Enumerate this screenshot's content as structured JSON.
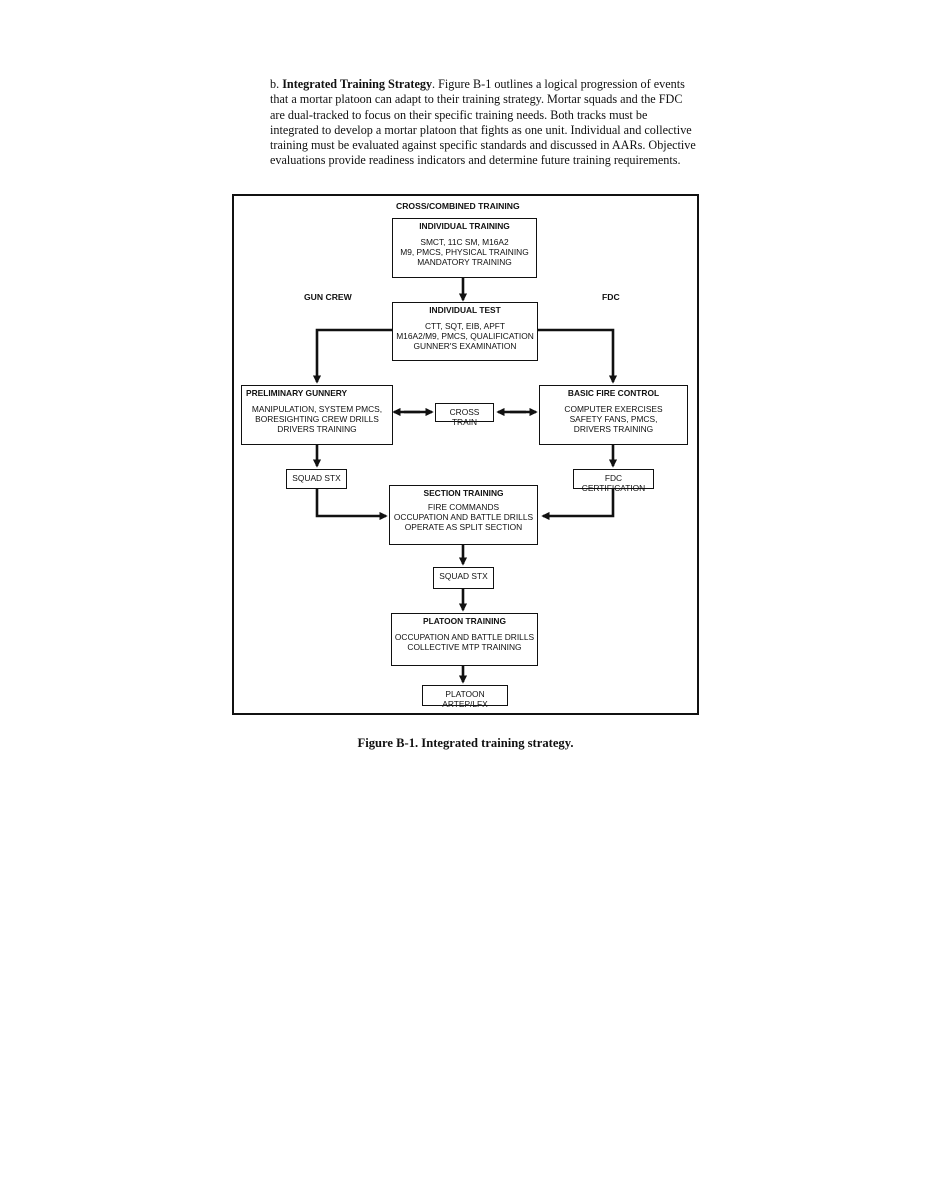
{
  "paragraph": {
    "lead": "b. ",
    "title": "Integrated Training Strategy",
    "body": ". Figure B-1 outlines a logical progression of events that a mortar platoon can adapt to their training strategy. Mortar squads and the FDC are dual-tracked to focus on their specific training needs. Both tracks must be integrated to develop a mortar platoon that fights as one unit. Individual and collective training must be evaluated against specific standards and discussed in AARs. Objective evaluations provide readiness indicators and determine future training requirements."
  },
  "figure": {
    "heading": "CROSS/COMBINED TRAINING",
    "gun_crew_label": "GUN CREW",
    "fdc_label": "FDC",
    "individual_training": {
      "title": "INDIVIDUAL TRAINING",
      "body": "SMCT, 11C SM, M16A2\nM9, PMCS, PHYSICAL TRAINING\nMANDATORY TRAINING"
    },
    "individual_test": {
      "title": "INDIVIDUAL TEST",
      "body": "CTT, SQT, EIB, APFT\nM16A2/M9, PMCS, QUALIFICATION\nGUNNER'S EXAMINATION"
    },
    "preliminary_gunnery": {
      "title": "PRELIMINARY GUNNERY",
      "body": "MANIPULATION, SYSTEM PMCS,\nBORESIGHTING CREW DRILLS\nDRIVERS TRAINING"
    },
    "cross_train": "CROSS TRAIN",
    "basic_fire_control": {
      "title": "BASIC FIRE CONTROL",
      "body": "COMPUTER EXERCISES\nSAFETY FANS, PMCS,\nDRIVERS TRAINING"
    },
    "squad_stx_left": "SQUAD STX",
    "fdc_certification": "FDC CERTIFICATION",
    "section_training": {
      "title": "SECTION TRAINING",
      "body": "FIRE COMMANDS\nOCCUPATION AND BATTLE DRILLS\nOPERATE AS SPLIT SECTION"
    },
    "squad_stx_center": "SQUAD STX",
    "platoon_training": {
      "title": "PLATOON TRAINING",
      "body": "OCCUPATION AND BATTLE DRILLS\nCOLLECTIVE MTP TRAINING"
    },
    "platoon_artep": "PLATOON ARTEP/LFX"
  },
  "caption": "Figure B-1. Integrated training strategy."
}
